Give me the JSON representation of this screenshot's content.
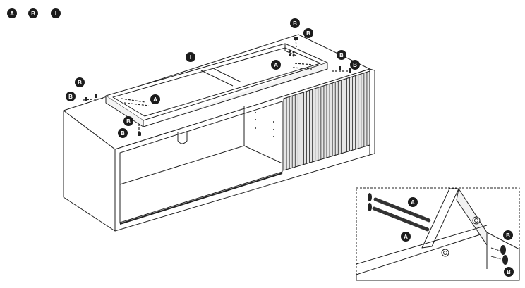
{
  "legend": [
    "A",
    "B",
    "I"
  ],
  "main_labels": [
    "I",
    "A",
    "A",
    "B",
    "B",
    "B",
    "B",
    "B",
    "B",
    "B",
    "B",
    "B"
  ],
  "detail_labels": [
    "A",
    "A",
    "B",
    "B"
  ]
}
